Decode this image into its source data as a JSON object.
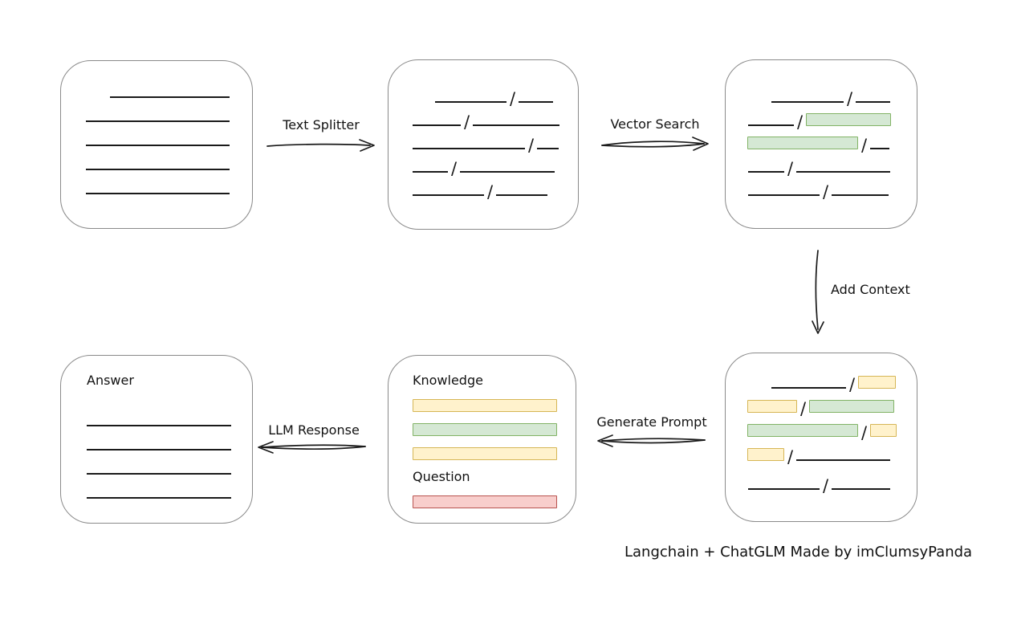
{
  "caption": "Langchain + ChatGLM Made by imClumsyPanda",
  "labels": {
    "text_splitter": "Text Splitter",
    "vector_search": "Vector Search",
    "add_context": "Add Context",
    "generate_prompt": "Generate Prompt",
    "llm_response": "LLM Response",
    "knowledge": "Knowledge",
    "question": "Question",
    "answer": "Answer",
    "slash": "/"
  },
  "colors": {
    "box_border": "#8a8a8a",
    "stroke": "#1a1a1a",
    "green_fill": "#d5e8d4",
    "green_border": "#82b366",
    "yellow_fill": "#fff2cc",
    "yellow_border": "#d6b656",
    "red_fill": "#f8cecc",
    "red_border": "#b85450"
  },
  "boxes": {
    "document": {
      "rows": [
        {
          "indent": 61,
          "segs": [
            {
              "t": "line",
              "w": 149
            }
          ]
        },
        {
          "indent": 31,
          "segs": [
            {
              "t": "line",
              "w": 179
            }
          ]
        },
        {
          "indent": 31,
          "segs": [
            {
              "t": "line",
              "w": 179
            }
          ]
        },
        {
          "indent": 31,
          "segs": [
            {
              "t": "line",
              "w": 179
            }
          ]
        },
        {
          "indent": 31,
          "segs": [
            {
              "t": "line",
              "w": 179
            }
          ]
        }
      ]
    },
    "chunks": {
      "rows": [
        {
          "indent": 58,
          "segs": [
            {
              "t": "line",
              "w": 89
            },
            {
              "t": "slash"
            },
            {
              "t": "line",
              "w": 43
            }
          ]
        },
        {
          "indent": 30,
          "segs": [
            {
              "t": "line",
              "w": 60
            },
            {
              "t": "slash"
            },
            {
              "t": "line",
              "w": 108
            }
          ]
        },
        {
          "indent": 30,
          "segs": [
            {
              "t": "line",
              "w": 140
            },
            {
              "t": "slash"
            },
            {
              "t": "line",
              "w": 27
            }
          ]
        },
        {
          "indent": 30,
          "segs": [
            {
              "t": "line",
              "w": 44
            },
            {
              "t": "slash"
            },
            {
              "t": "line",
              "w": 118
            }
          ]
        },
        {
          "indent": 30,
          "segs": [
            {
              "t": "line",
              "w": 89
            },
            {
              "t": "slash"
            },
            {
              "t": "line",
              "w": 64
            }
          ]
        }
      ]
    },
    "matched": {
      "rows": [
        {
          "indent": 57,
          "segs": [
            {
              "t": "line",
              "w": 90
            },
            {
              "t": "slash"
            },
            {
              "t": "line",
              "w": 43
            }
          ]
        },
        {
          "indent": 28,
          "segs": [
            {
              "t": "line",
              "w": 57
            },
            {
              "t": "slash"
            },
            {
              "t": "green",
              "w": 106
            }
          ]
        },
        {
          "indent": 27,
          "segs": [
            {
              "t": "green",
              "w": 138
            },
            {
              "t": "slash"
            },
            {
              "t": "line",
              "w": 24
            }
          ]
        },
        {
          "indent": 28,
          "segs": [
            {
              "t": "line",
              "w": 45
            },
            {
              "t": "slash"
            },
            {
              "t": "line",
              "w": 117
            }
          ]
        },
        {
          "indent": 28,
          "segs": [
            {
              "t": "line",
              "w": 89
            },
            {
              "t": "slash"
            },
            {
              "t": "line",
              "w": 71
            }
          ]
        }
      ]
    },
    "context": {
      "rows": [
        {
          "indent": 57,
          "segs": [
            {
              "t": "line",
              "w": 93
            },
            {
              "t": "slash"
            },
            {
              "t": "yellow",
              "w": 47
            }
          ]
        },
        {
          "indent": 27,
          "segs": [
            {
              "t": "yellow",
              "w": 62
            },
            {
              "t": "slash"
            },
            {
              "t": "green",
              "w": 106
            }
          ]
        },
        {
          "indent": 27,
          "segs": [
            {
              "t": "green",
              "w": 138
            },
            {
              "t": "slash"
            },
            {
              "t": "yellow",
              "w": 33
            }
          ]
        },
        {
          "indent": 27,
          "segs": [
            {
              "t": "yellow",
              "w": 46
            },
            {
              "t": "slash"
            },
            {
              "t": "line",
              "w": 117
            }
          ]
        },
        {
          "indent": 28,
          "mt": 6,
          "segs": [
            {
              "t": "line",
              "w": 89
            },
            {
              "t": "slash"
            },
            {
              "t": "line",
              "w": 73
            }
          ]
        }
      ]
    },
    "prompt": {
      "rows": [
        {
          "indent": 30,
          "segs": [
            {
              "t": "label",
              "key": "knowledge"
            }
          ]
        },
        {
          "indent": 30,
          "segs": [
            {
              "t": "yellow",
              "w": 180
            }
          ]
        },
        {
          "indent": 30,
          "segs": [
            {
              "t": "green",
              "w": 180
            }
          ]
        },
        {
          "indent": 30,
          "segs": [
            {
              "t": "yellow",
              "w": 180
            }
          ]
        },
        {
          "indent": 30,
          "segs": [
            {
              "t": "label",
              "key": "question"
            }
          ]
        },
        {
          "indent": 30,
          "segs": [
            {
              "t": "red",
              "w": 180
            }
          ]
        }
      ]
    },
    "answer": {
      "rows": [
        {
          "indent": 32,
          "segs": [
            {
              "t": "label",
              "key": "answer"
            }
          ]
        },
        {
          "indent": 32,
          "mt": 18,
          "segs": [
            {
              "t": "line",
              "w": 180
            }
          ]
        },
        {
          "indent": 32,
          "segs": [
            {
              "t": "line",
              "w": 180
            }
          ]
        },
        {
          "indent": 32,
          "segs": [
            {
              "t": "line",
              "w": 180
            }
          ]
        },
        {
          "indent": 32,
          "segs": [
            {
              "t": "line",
              "w": 180
            }
          ]
        }
      ]
    }
  }
}
